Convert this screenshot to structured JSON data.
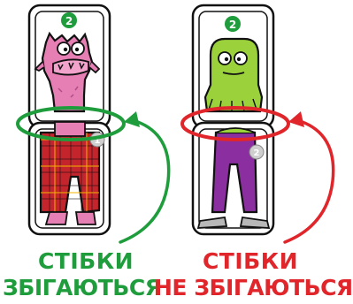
{
  "colors": {
    "green": "#1f9d3d",
    "red": "#e0252b",
    "pink_monster": "#e57fb4",
    "green_monster": "#9bd23c",
    "plaid": "#c4252c",
    "purple_pants": "#8b2fa0",
    "outline": "#111111"
  },
  "cards": [
    {
      "number": "2",
      "number_color": "#1f9d3d"
    },
    {
      "number": "2",
      "number_color": "#1f9d3d"
    }
  ],
  "pieces": [
    {
      "number": "1"
    },
    {
      "number": "2"
    }
  ],
  "captions": {
    "left_line1": "СТІБКИ",
    "left_line2": "ЗБІГАЮТЬСЯ",
    "right_line1": "СТІБКИ",
    "right_line2_neg": "НЕ",
    "right_line2_rest": " ЗБІГАЮТЬСЯ"
  }
}
